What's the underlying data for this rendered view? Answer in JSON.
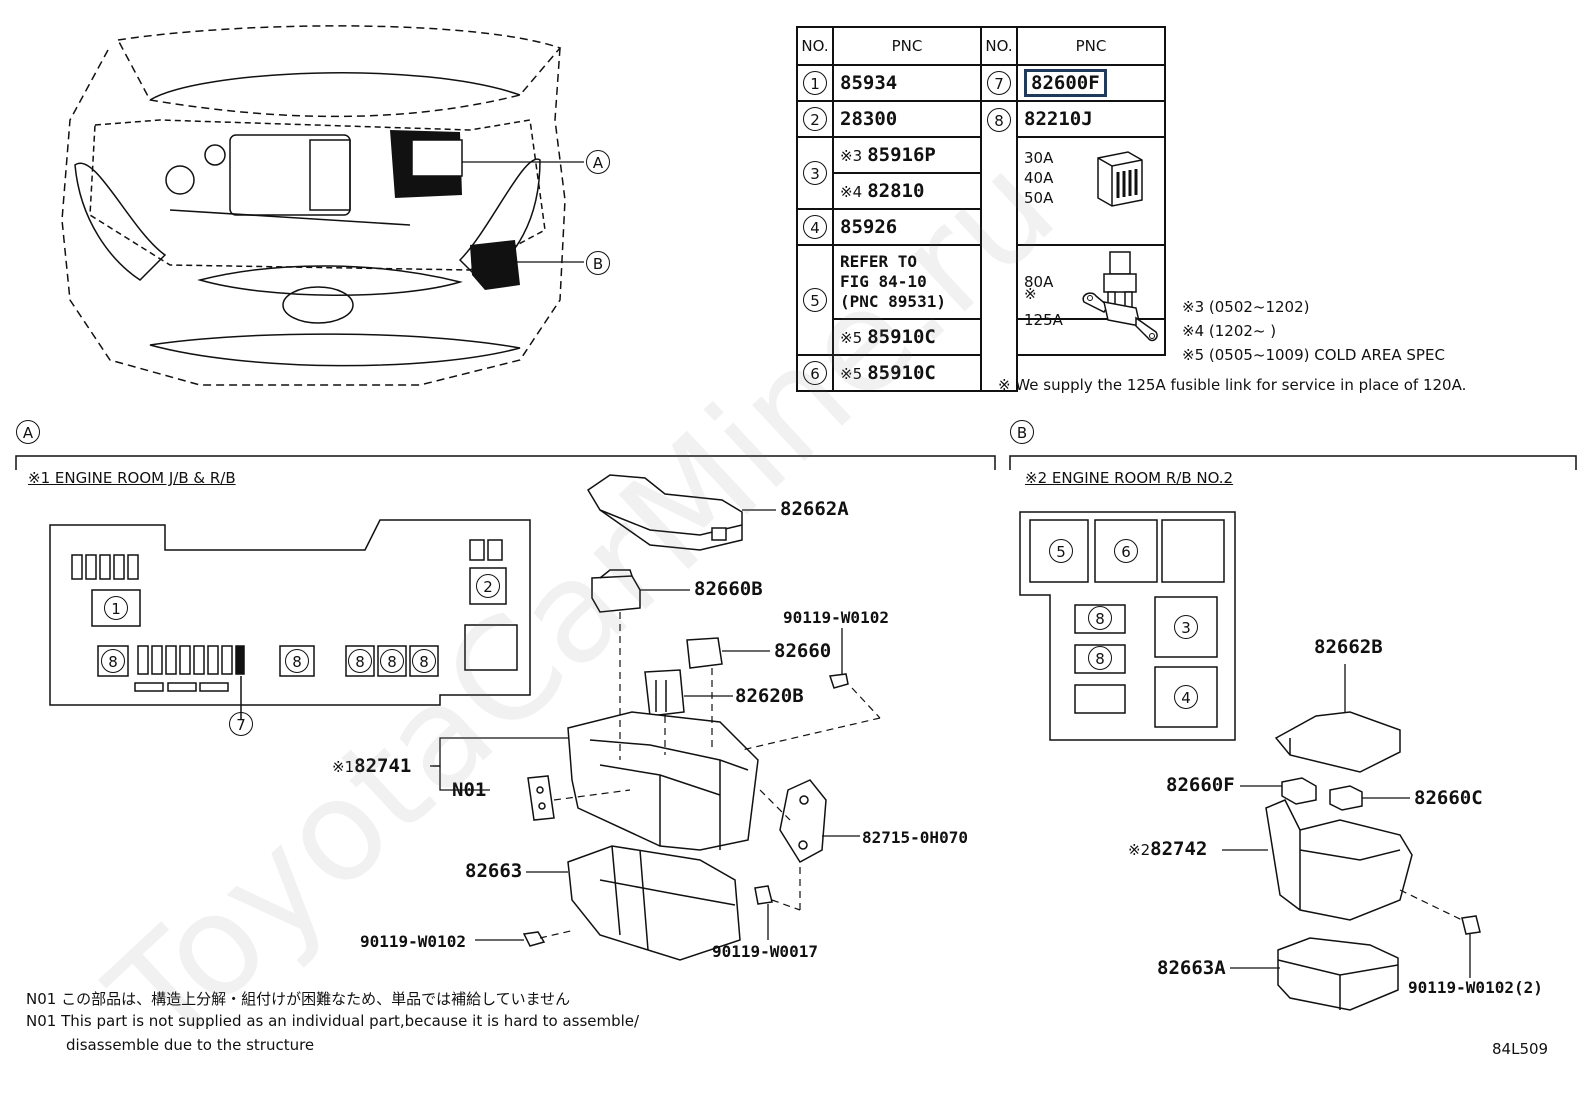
{
  "table": {
    "header": {
      "no": "NO.",
      "pnc": "PNC"
    },
    "rows_left": [
      {
        "no": "1",
        "pnc": "85934"
      },
      {
        "no": "2",
        "pnc": "28300"
      },
      {
        "no": "3",
        "pnc_a_mark": "※3",
        "pnc_a": "85916P",
        "pnc_b_mark": "※4",
        "pnc_b": "82810"
      },
      {
        "no": "4",
        "pnc": "85926"
      },
      {
        "no": "5",
        "ref": [
          "REFER TO",
          "FIG 84-10",
          "(PNC 89531)"
        ],
        "pnc_mark": "※5",
        "pnc": "85910C"
      },
      {
        "no": "6",
        "pnc_mark": "※5",
        "pnc": "85910C"
      }
    ],
    "rows_right": [
      {
        "no": "7",
        "pnc": "82600F"
      },
      {
        "no": "8",
        "pnc": "82210J"
      }
    ],
    "fuses": [
      {
        "amps": [
          "30A",
          "40A",
          "50A"
        ]
      },
      {
        "amps": [
          "80A"
        ]
      },
      {
        "amps": [
          "※",
          "125A"
        ]
      }
    ]
  },
  "notes": {
    "n3": "※3 (0502~1202)",
    "n4": "※4 (1202~      )",
    "n5": "※5 (0505~1009) COLD AREA SPEC",
    "supply": "※ We supply the 125A fusible link for service in place of 120A."
  },
  "callouts": {
    "a": "A",
    "b": "B"
  },
  "section_a": {
    "marker": "A",
    "title": "※1 ENGINE ROOM J/B & R/B",
    "parts": {
      "p82662A": "82662A",
      "p82660B": "82660B",
      "p90119_w0102_top": "90119-W0102",
      "p82660": "82660",
      "p82620B": "82620B",
      "p82741_mark": "※1",
      "p82741": "82741",
      "n01": "N01",
      "p82715": "82715-0H070",
      "p82663": "82663",
      "p90119_w0102_bot": "90119-W0102",
      "p90119_w0017": "90119-W0017"
    },
    "box_circles": [
      "1",
      "2",
      "8",
      "8",
      "8",
      "8",
      "8",
      "7"
    ]
  },
  "section_b": {
    "marker": "B",
    "title": "※2 ENGINE ROOM R/B NO.2",
    "parts": {
      "p82662B": "82662B",
      "p82660F": "82660F",
      "p82660C": "82660C",
      "p82742_mark": "※2",
      "p82742": "82742",
      "p82663A": "82663A",
      "p90119": "90119-W0102(2)"
    },
    "box_circles": [
      "5",
      "6",
      "8",
      "8",
      "3",
      "4"
    ]
  },
  "footer": {
    "jp": "N01 この部品は、構造上分解・組付けが困難なため、単品では補給していません",
    "en1": "N01 This part is not supplied as an individual part,because it is hard to assemble/",
    "en2": "disassemble due to the structure",
    "code": "84L509"
  },
  "watermark": "ToyotaCarMine.ru"
}
